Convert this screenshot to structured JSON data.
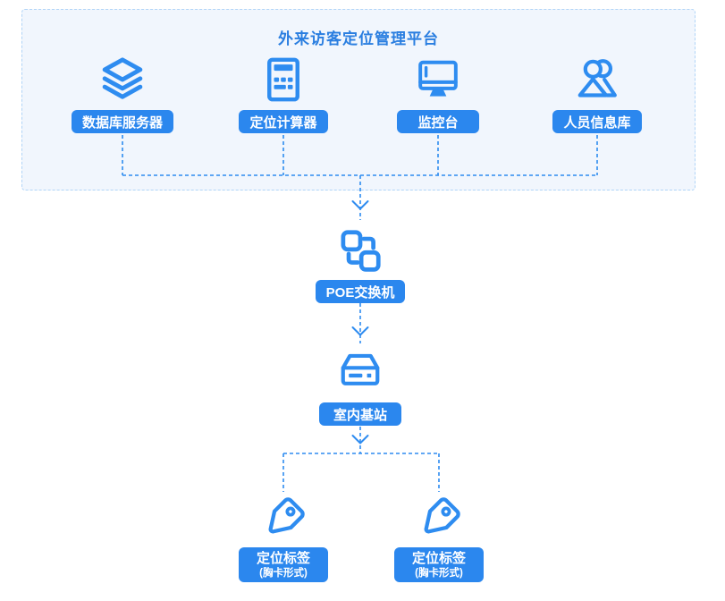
{
  "colors": {
    "accent": "#2e8cf0",
    "button": "#2b87ee",
    "panel_bg": "#f1f6fd",
    "panel_border": "#b0d4f7",
    "title_text": "#2a7ee0"
  },
  "platform_panel": {
    "title": "外来访客定位管理平台",
    "nodes": [
      {
        "label": "数据库服务器",
        "icon": "database-server-icon"
      },
      {
        "label": "定位计算器",
        "icon": "calculator-icon"
      },
      {
        "label": "监控台",
        "icon": "monitor-icon"
      },
      {
        "label": "人员信息库",
        "icon": "people-icon"
      }
    ]
  },
  "flow_nodes": {
    "poe_switch": {
      "label": "POE交换机",
      "icon": "network-switch-icon"
    },
    "indoor_base_station": {
      "label": "室内基站",
      "icon": "base-station-icon"
    },
    "tag_left": {
      "label": "定位标签",
      "sublabel": "(胸卡形式)",
      "icon": "tag-icon"
    },
    "tag_right": {
      "label": "定位标签",
      "sublabel": "(胸卡形式)",
      "icon": "tag-icon"
    }
  }
}
